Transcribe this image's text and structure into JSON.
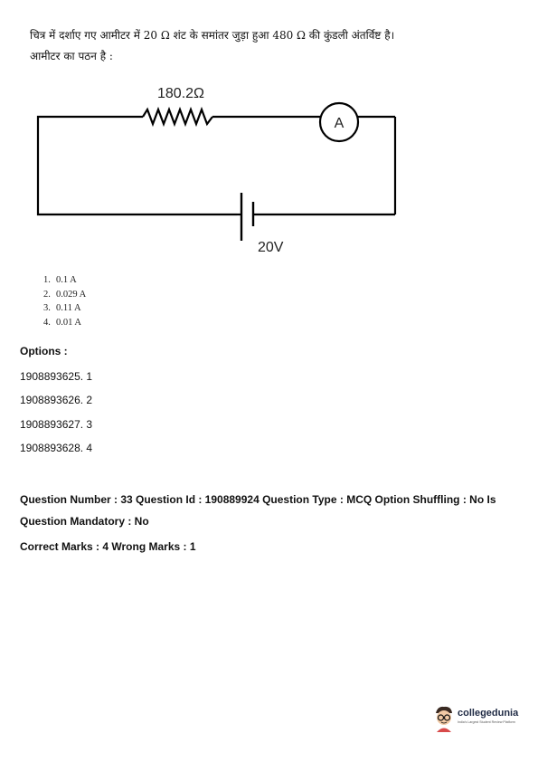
{
  "question": {
    "line1": "चित्र में दर्शाए गए आमीटर में 20 Ω शंट के समांतर जुड़ा हुआ 480 Ω की कुंडली अंतर्विष्ट है।",
    "line2": "आमीटर का पठन है :"
  },
  "circuit": {
    "resistor_label": "180.2Ω",
    "ammeter_label": "A",
    "battery_label": "20V"
  },
  "answers": [
    {
      "num": "1.",
      "text": "0.1 A"
    },
    {
      "num": "2.",
      "text": "0.029 A"
    },
    {
      "num": "3.",
      "text": "0.11 A"
    },
    {
      "num": "4.",
      "text": "0.01 A"
    }
  ],
  "options_heading": "Options :",
  "options": [
    "1908893625. 1",
    "1908893626. 2",
    "1908893627. 3",
    "1908893628. 4"
  ],
  "meta": {
    "line1": "Question Number : 33 Question Id : 190889924 Question Type : MCQ Option Shuffling : No Is",
    "line2": "Question Mandatory : No",
    "line3": "Correct Marks : 4 Wrong Marks : 1"
  },
  "logo": {
    "name": "collegedunia",
    "tagline": "India's Largest Student Review Platform"
  }
}
